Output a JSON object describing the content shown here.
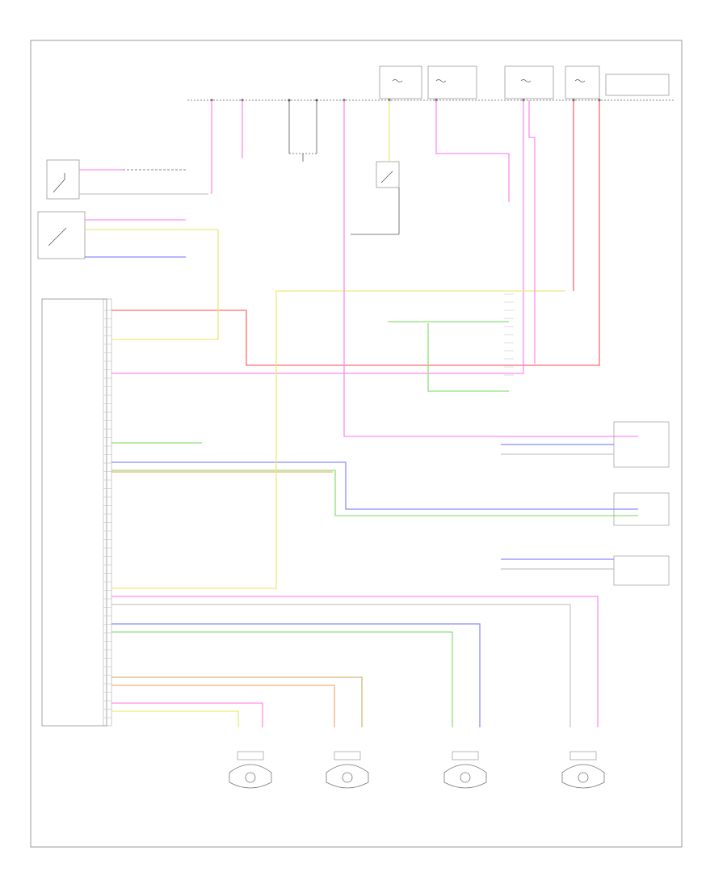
{
  "footer_code": "",
  "colors": {
    "frame": "#9a9a9a",
    "red": "#ff6b6b",
    "pink": "#ff8cf0",
    "yellow": "#ecec7a",
    "blue": "#8a8aff",
    "green": "#8ee07a",
    "orange": "#f5b07a",
    "tan": "#d4b676",
    "gray": "#c8c8c8"
  },
  "components": [
    {
      "id": "steering-sensor-switch",
      "icon": "switch-icon"
    },
    {
      "id": "traction-control-switch",
      "icon": "switch-icon"
    },
    {
      "id": "brake-switch",
      "icon": "switch-icon"
    },
    {
      "id": "abs-control-module",
      "icon": "module-box"
    },
    {
      "id": "wheel-speed-sensor-lf",
      "icon": "sensor-icon"
    },
    {
      "id": "wheel-speed-sensor-rf",
      "icon": "sensor-icon"
    },
    {
      "id": "wheel-speed-sensor-lr",
      "icon": "sensor-icon"
    },
    {
      "id": "wheel-speed-sensor-rr",
      "icon": "sensor-icon"
    }
  ]
}
